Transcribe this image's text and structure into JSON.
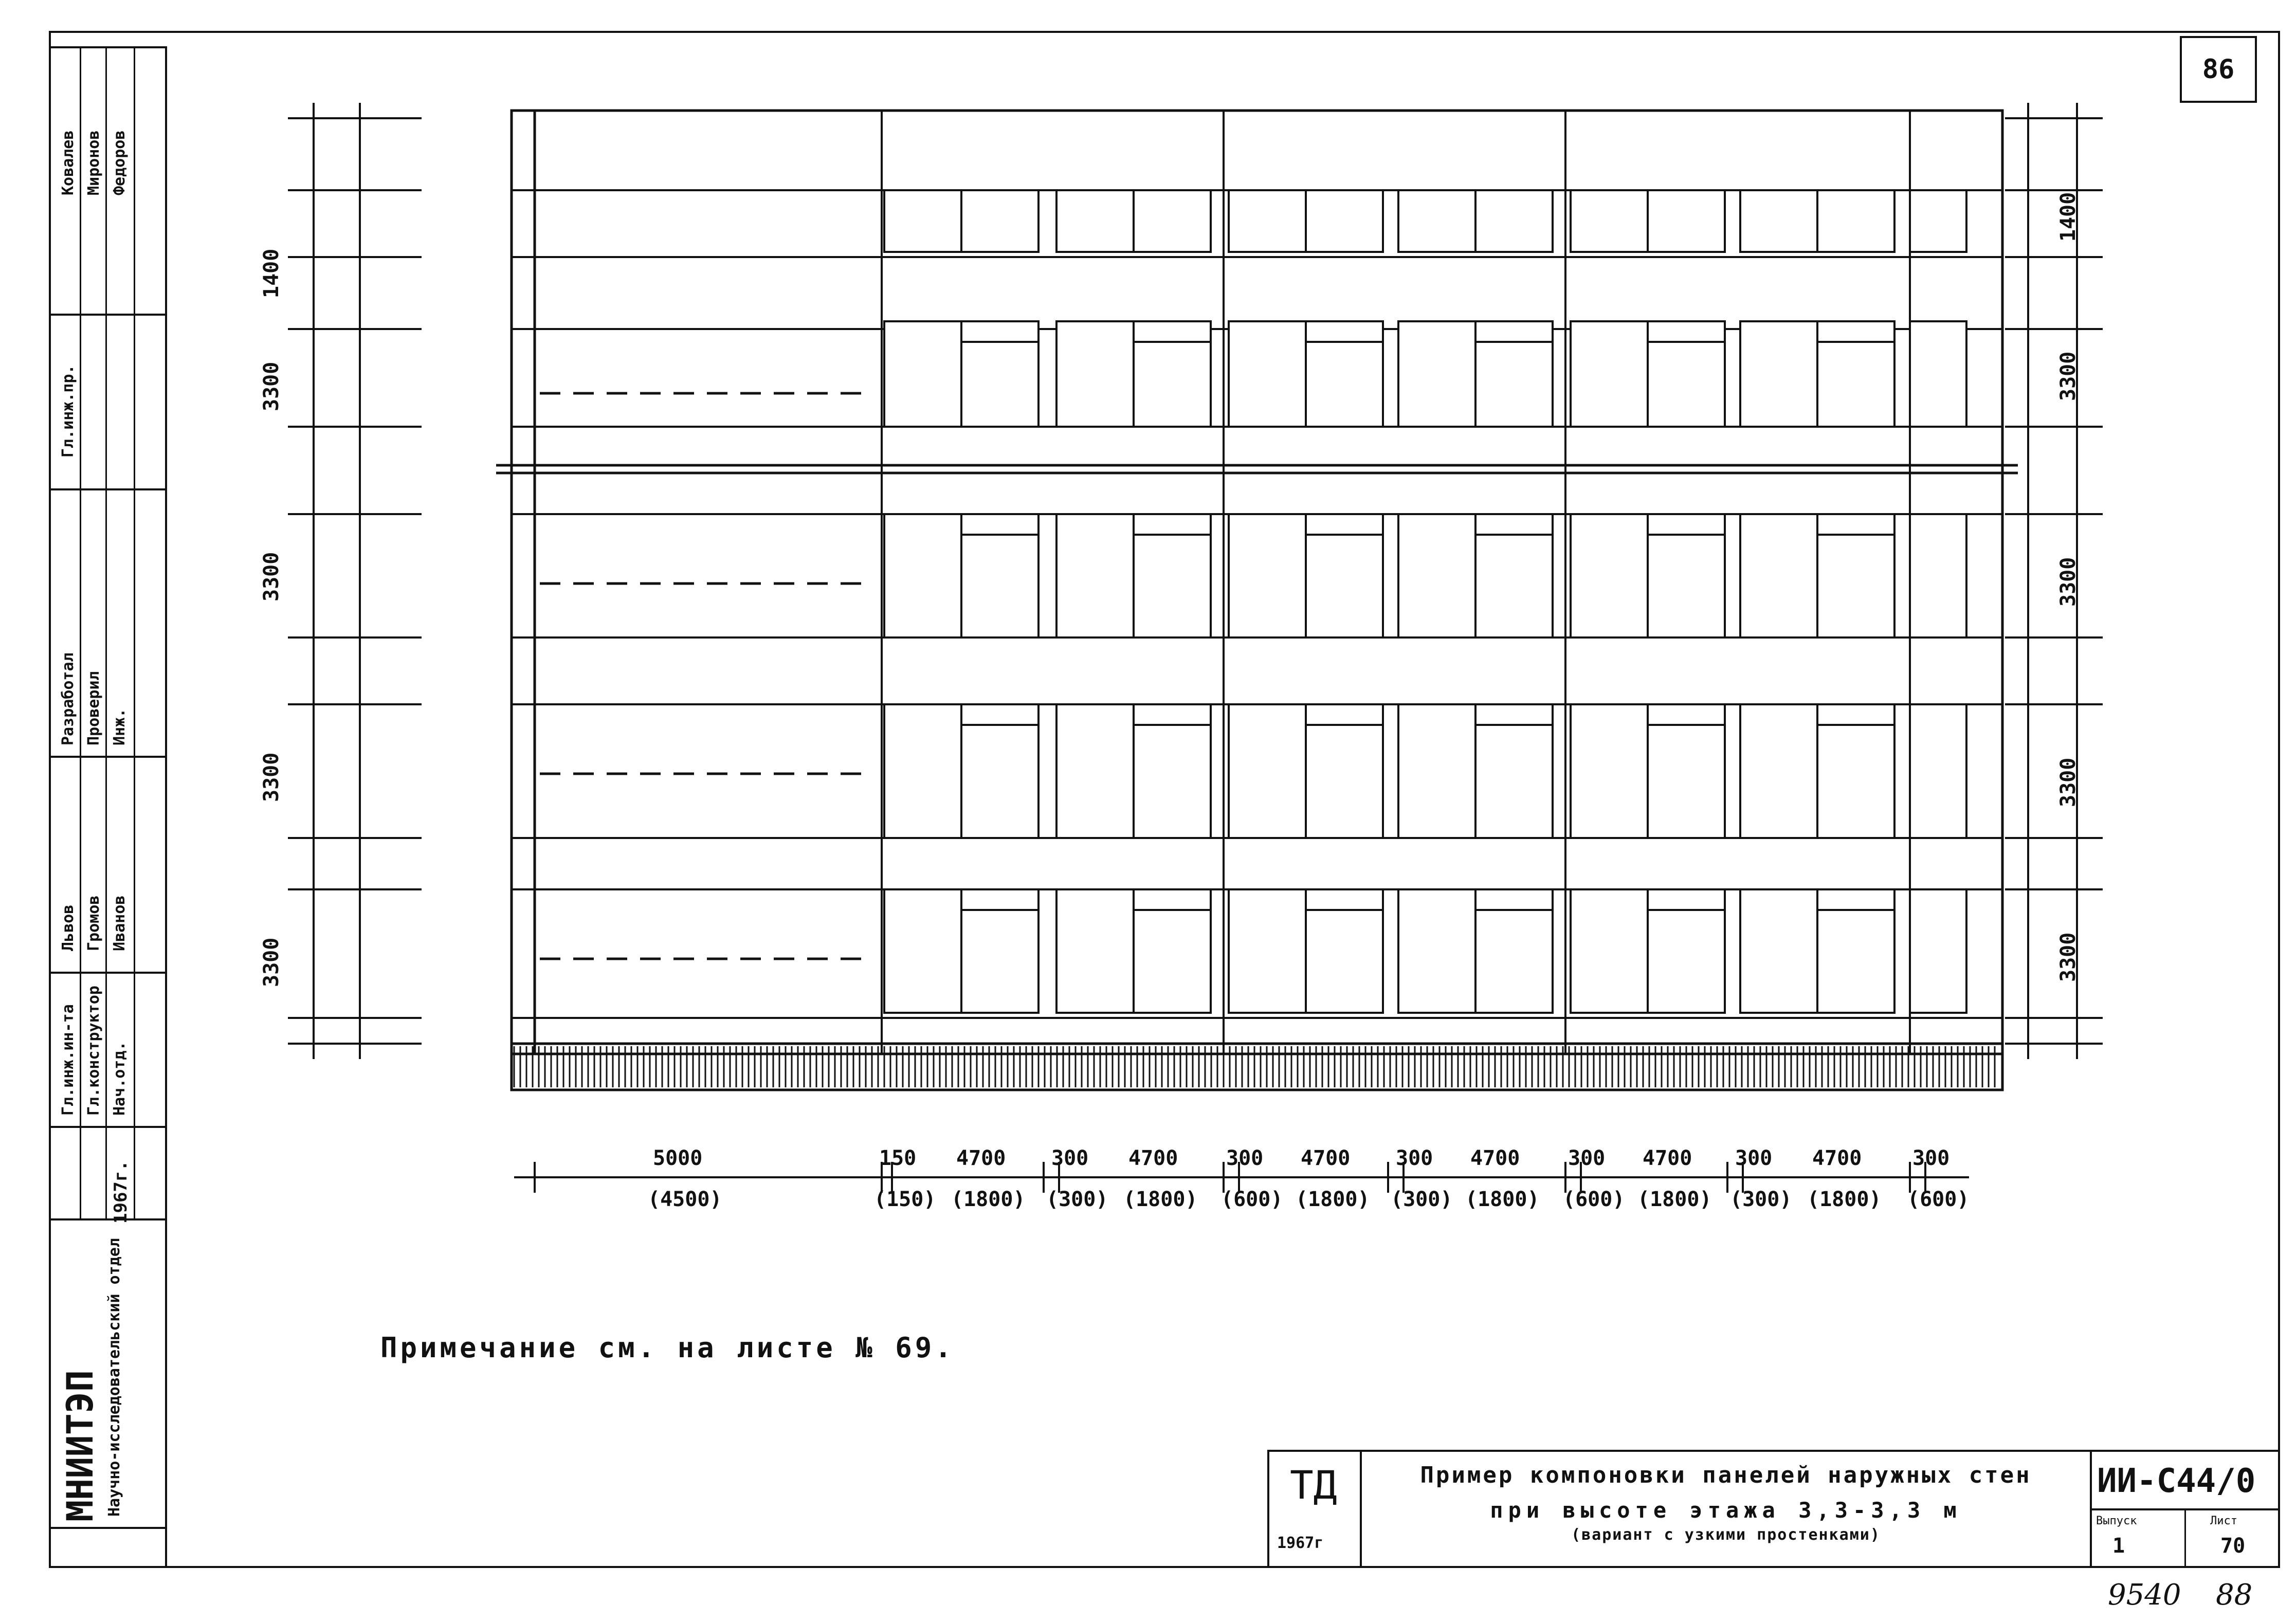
{
  "page_number": "86",
  "note": "Примечание см. на листе № 69.",
  "title_block": {
    "org_code": "ТД",
    "year": "1967г",
    "title_line1": "Пример компоновки панелей наружных стен",
    "title_line2": "при высоте этажа 3,3-3,3 м",
    "title_line3": "(вариант с узкими простенками)",
    "series": "ИИ-С44/0",
    "issue_label": "Выпуск",
    "sheet_label": "Лист",
    "issue_value": "1",
    "sheet_value": "70"
  },
  "archive_number": "9540",
  "archive_sheet": "88",
  "side_stamp": {
    "institute": "МНИИТЭП",
    "dept": "Научно-исследовательский отдел",
    "year": "1967г.",
    "rows": [
      "Гл.инж.ин-та",
      "Гл.конструктор",
      "Нач.отд.",
      "Разработал",
      "Проверил",
      "Инж.",
      "Гл.инж.пр."
    ],
    "names": [
      "Львов",
      "Громов",
      "Иванов",
      "Ковалев",
      "Миронов",
      "Федоров"
    ]
  },
  "dims_bottom_top": [
    "5000",
    "150",
    "4700",
    "300",
    "4700",
    "300",
    "4700",
    "300",
    "4700",
    "300",
    "4700",
    "300",
    "4700",
    "300"
  ],
  "dims_bottom_paren": [
    "(4500)",
    "(150)",
    "(1800)",
    "(300)",
    "(1800)",
    "(600)",
    "(1800)",
    "(300)",
    "(1800)",
    "(600)",
    "(1800)",
    "(300)",
    "(1800)",
    "(600)"
  ],
  "dims_left": [
    "3300",
    "3300",
    "3300",
    "3300",
    "1400"
  ],
  "dims_right": [
    "1400",
    "3300",
    "3300",
    "3300",
    "3300"
  ]
}
